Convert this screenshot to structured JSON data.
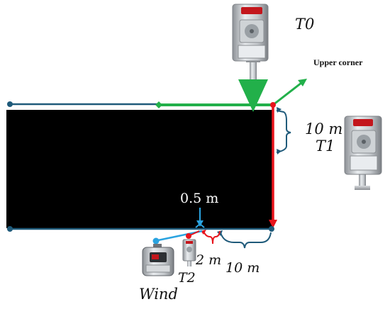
{
  "labels": {
    "t0": "T0",
    "upper_corner": "Upper corner",
    "dist_10m_right": "10 m",
    "t1": "T1",
    "dist_0_5m": "0.5 m",
    "dist_2m": "2 m",
    "t2": "T2",
    "dist_10m_bottom": "10 m",
    "wind": "Wind"
  },
  "colors": {
    "background": "#ffffff",
    "block": "#000000",
    "blue_line": "#1f5a7a",
    "green": "#22b04a",
    "red": "#e8141c",
    "light_blue": "#2aa3e0",
    "text": "#111111"
  },
  "icons": {
    "sensor": "gas-sensor-device-icon",
    "wind_sensor": "wind-sensor-device-icon"
  }
}
